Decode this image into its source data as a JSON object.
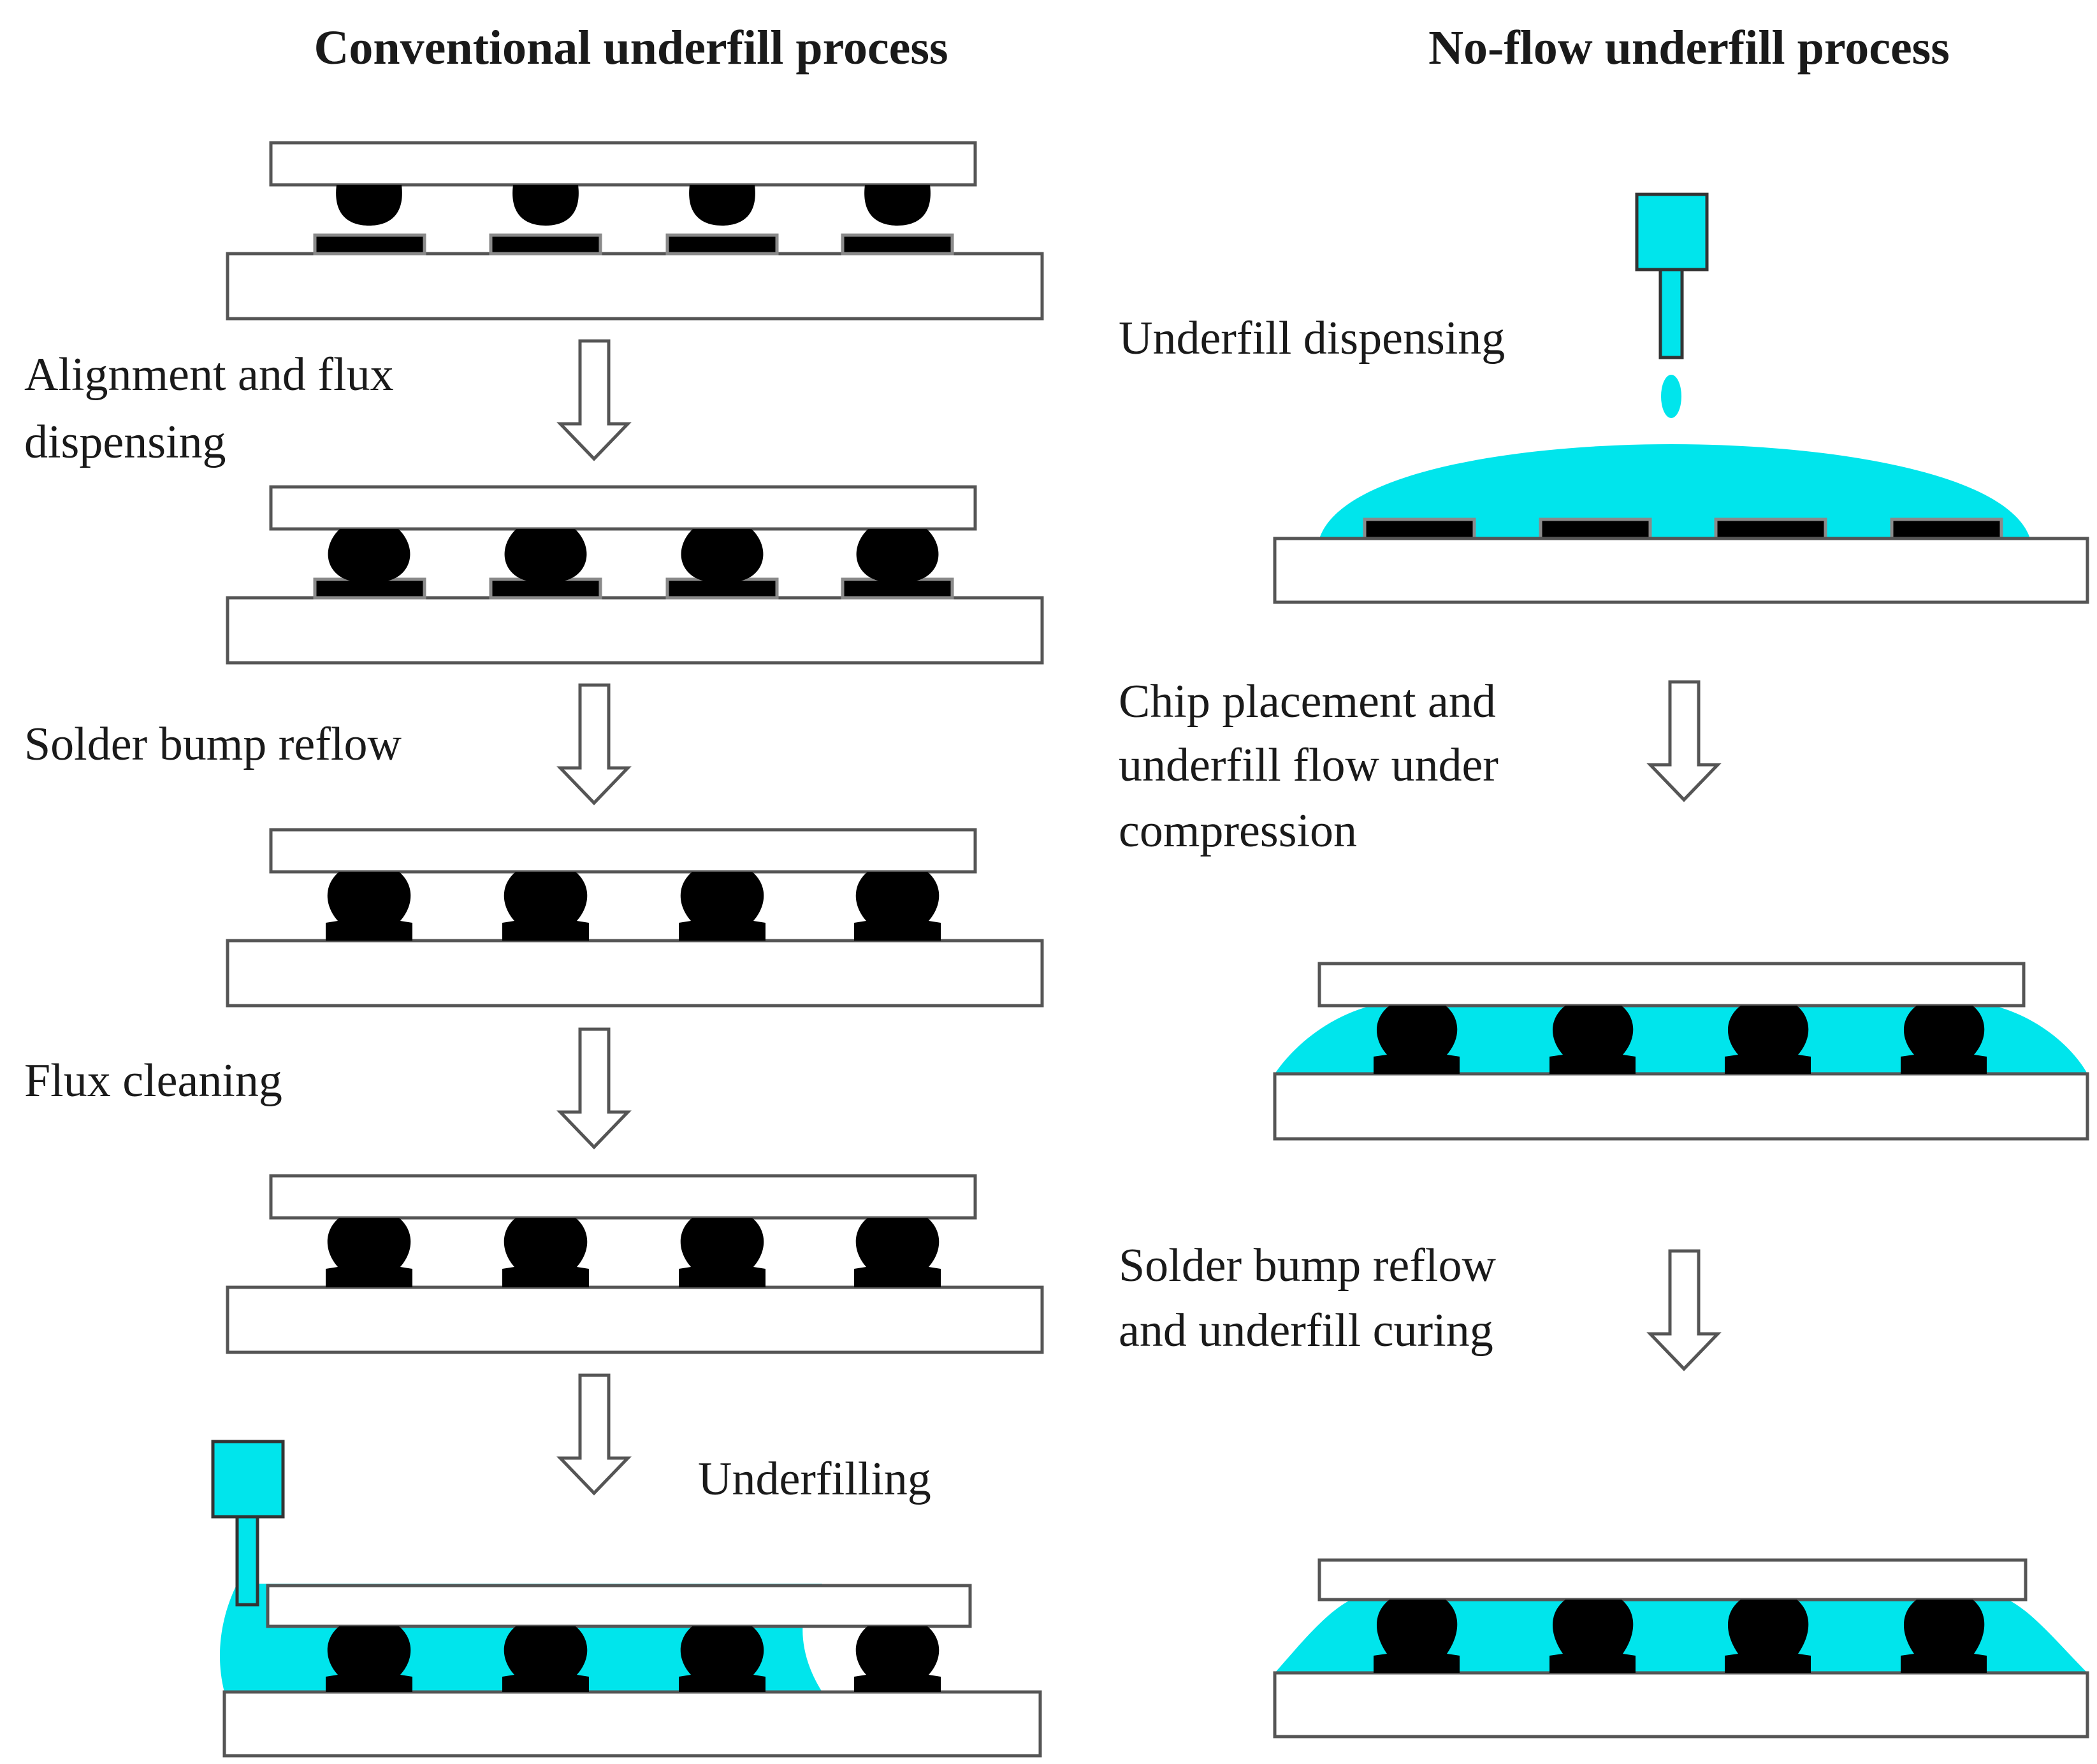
{
  "titles": {
    "conventional": "Conventional underfill process",
    "noflow": "No-flow underfill process"
  },
  "conventional_steps": {
    "alignment_line1": "Alignment and flux",
    "alignment_line2": "dispensing",
    "reflow": "Solder bump reflow",
    "cleaning": "Flux cleaning",
    "underfilling": "Underfilling"
  },
  "noflow_steps": {
    "dispensing": "Underfill dispensing",
    "placement_line1": "Chip placement and",
    "placement_line2": "underfill flow under",
    "placement_line3": "compression",
    "reflow_line1": "Solder bump reflow",
    "reflow_line2": "and underfill curing"
  },
  "colors": {
    "underfill": "#00e5ec",
    "solder": "#000000",
    "plate_outline": "#555555",
    "pad_outline": "#8a8a8a"
  }
}
